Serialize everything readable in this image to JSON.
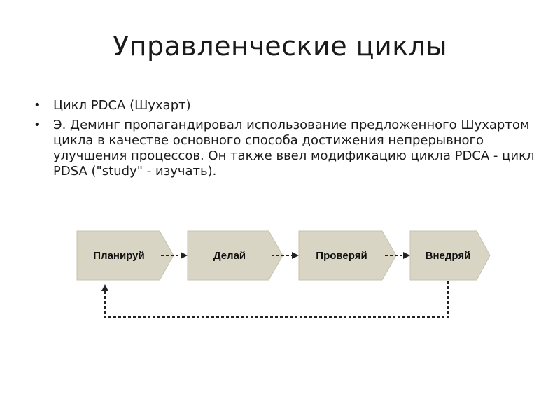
{
  "slide": {
    "title": "Управленческие циклы",
    "bullets": [
      "Цикл PDCA (Шухарт)",
      "Э. Деминг пропагандировал использование предложенного Шухартом цикла в качестве основного способа достижения непрерывного улучшения процессов. Он также ввел модификацию цикла PDCA - цикл PDSA (\"study\" - изучать)."
    ]
  },
  "diagram": {
    "steps": [
      {
        "label": "Планируй"
      },
      {
        "label": "Делай"
      },
      {
        "label": "Проверяй"
      },
      {
        "label": "Внедряй"
      }
    ],
    "colors": {
      "step_fill": "#d9d5c4",
      "connector": "#222222"
    }
  }
}
